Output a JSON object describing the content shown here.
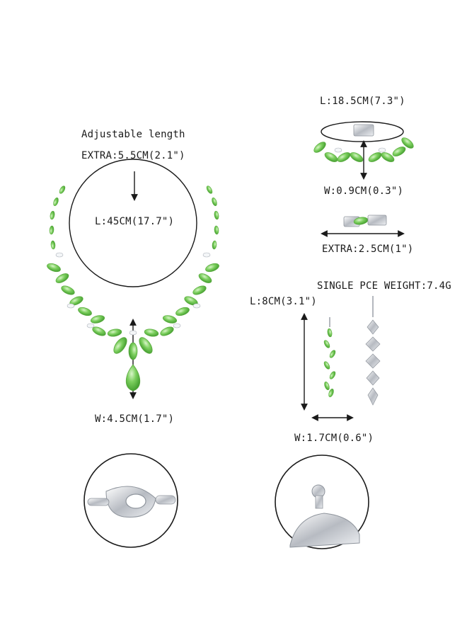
{
  "necklace": {
    "adjustable": "Adjustable length",
    "extra": "EXTRA:5.5CM(2.1\")",
    "length": "L:45CM(17.7\")",
    "width": "W:4.5CM(1.7\")"
  },
  "bracelet": {
    "length": "L:18.5CM(7.3\")",
    "width": "W:0.9CM(0.3\")",
    "extra": "EXTRA:2.5CM(1\")"
  },
  "earrings": {
    "weight": "SINGLE PCE WEIGHT:7.4G",
    "length": "L:8CM(3.1\")",
    "width": "W:1.7CM(0.6\")"
  },
  "colors": {
    "stone": "#7ccf5e",
    "stone_dark": "#3f9a2c",
    "metal": "#c9ccd1",
    "line": "#1a1a1a"
  }
}
